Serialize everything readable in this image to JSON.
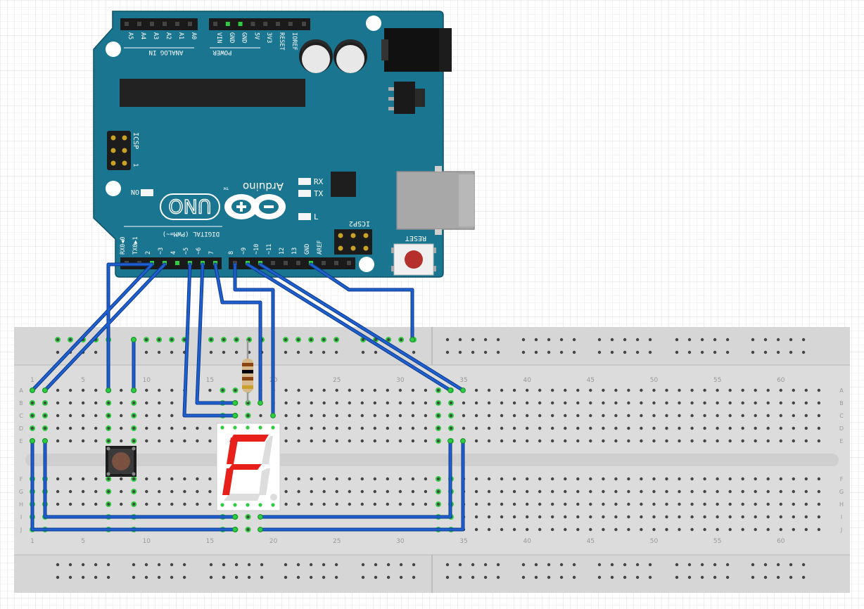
{
  "board": {
    "header_labels_analog": [
      "A5",
      "A4",
      "A3",
      "A2",
      "A1",
      "A0"
    ],
    "analog_in": "ANALOG IN",
    "header_labels_power": [
      "VIN",
      "GND",
      "GND",
      "5V",
      "3V3",
      "RESET",
      "IOREF"
    ],
    "power": "POWER",
    "brand": "Arduino",
    "tm": "TM",
    "model": "UNO",
    "on_label": "ON",
    "rx_label": "RX",
    "tx_label": "TX",
    "l_label": "L",
    "icsp": "ICSP",
    "icsp2": "ICSP2",
    "icsp_pin1": "1",
    "reset": "RESET",
    "digital": "DIGITAL (PWM=~)",
    "digital_pins": [
      "RX0◀0",
      "TX0▶1",
      "2",
      "~3",
      "4",
      "~5",
      "~6",
      "7",
      "8",
      "~9",
      "~10",
      "~11",
      "12",
      "13",
      "GND",
      "AREF"
    ]
  },
  "breadboard": {
    "rows": [
      "A",
      "B",
      "C",
      "D",
      "E",
      "F",
      "G",
      "H",
      "I",
      "J"
    ],
    "column_numbers": [
      "1",
      "5",
      "10",
      "15",
      "20",
      "25",
      "30",
      "35",
      "40",
      "45",
      "50",
      "55",
      "60"
    ],
    "colors": {
      "body": "#dcdcdc",
      "rail": "#d2d2d2",
      "hole": "#444444",
      "active": "#2ecc40"
    }
  },
  "wires": {
    "color": "#1f5fcf",
    "outline": "#0b3a8a"
  },
  "display": {
    "segment_on": "#e8201c",
    "segment_off": "#dddddd",
    "body": "#ffffff"
  },
  "resistor": {
    "bands": [
      "#8b4513",
      "#000000",
      "#8b4513",
      "#c8a02a"
    ]
  },
  "button": {
    "cap": "#7a5040"
  }
}
